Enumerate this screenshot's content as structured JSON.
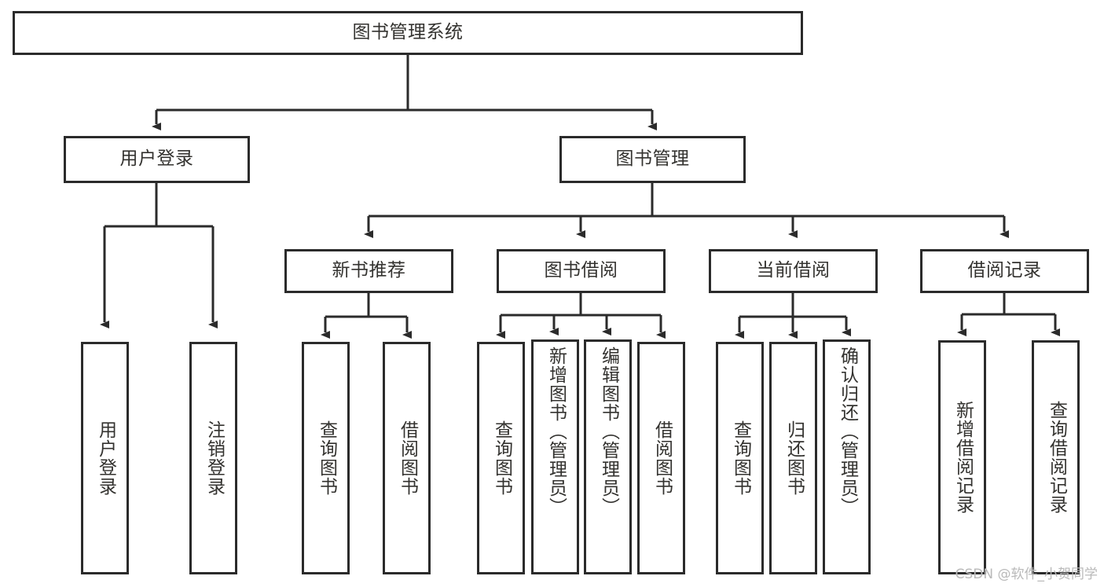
{
  "diagram": {
    "title": "图书管理系统",
    "type": "tree",
    "background_color": "#ffffff",
    "line_color": "#2b2b2b",
    "text_color": "#33322f",
    "root": {
      "id": "root",
      "label": "图书管理系统"
    },
    "level2": [
      {
        "id": "user-login",
        "label": "用户登录"
      },
      {
        "id": "book-manage",
        "label": "图书管理"
      }
    ],
    "level3": [
      {
        "id": "new-book-recommend",
        "label": "新书推荐",
        "parent": "book-manage"
      },
      {
        "id": "book-borrow",
        "label": "图书借阅",
        "parent": "book-manage"
      },
      {
        "id": "current-borrow",
        "label": "当前借阅",
        "parent": "book-manage"
      },
      {
        "id": "borrow-record",
        "label": "借阅记录",
        "parent": "book-manage"
      }
    ],
    "leaves": [
      {
        "id": "leaf-user-login",
        "label": "用户登录",
        "parent": "user-login"
      },
      {
        "id": "leaf-user-logout",
        "label": "注销登录",
        "parent": "user-login"
      },
      {
        "id": "leaf-query-book-1",
        "label": "查询图书",
        "parent": "new-book-recommend"
      },
      {
        "id": "leaf-borrow-book-1",
        "label": "借阅图书",
        "parent": "new-book-recommend"
      },
      {
        "id": "leaf-query-book-2",
        "label": "查询图书",
        "parent": "book-borrow"
      },
      {
        "id": "leaf-add-book",
        "label": "新增图书（管理员）",
        "parent": "book-borrow"
      },
      {
        "id": "leaf-edit-book",
        "label": "编辑图书（管理员）",
        "parent": "book-borrow"
      },
      {
        "id": "leaf-borrow-book-2",
        "label": "借阅图书",
        "parent": "book-borrow"
      },
      {
        "id": "leaf-query-book-3",
        "label": "查询图书",
        "parent": "current-borrow"
      },
      {
        "id": "leaf-return-book",
        "label": "归还图书",
        "parent": "current-borrow"
      },
      {
        "id": "leaf-confirm-return",
        "label": "确认归还（管理员）",
        "parent": "current-borrow"
      },
      {
        "id": "leaf-add-record",
        "label": "新增借阅记录",
        "parent": "borrow-record"
      },
      {
        "id": "leaf-query-record",
        "label": "查询借阅记录",
        "parent": "borrow-record"
      }
    ]
  },
  "watermark": {
    "text": "CSDN @软件_小贺同学"
  }
}
